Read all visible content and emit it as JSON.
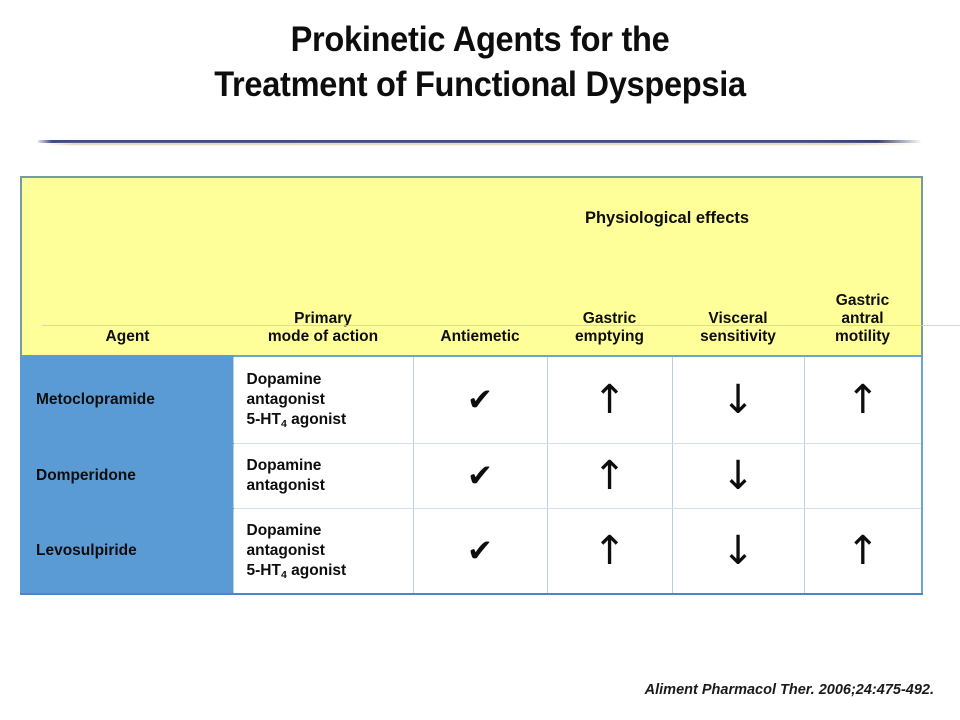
{
  "slide": {
    "title_lines": [
      "Prokinetic Agents for the",
      "Treatment of Functional Dyspepsia"
    ],
    "citation": "Aliment Pharmacol Ther. 2006;24:475-492."
  },
  "colors": {
    "header_yellow": "#FFFF99",
    "agent_blue": "#5B9BD5",
    "grid_blue": "#B7D0E6",
    "divider_navy": "#3E4D83",
    "divider_tan": "#E2C79E",
    "header_outline": "#7B9AA0",
    "text": "#0D0D0D"
  },
  "table": {
    "group_header": "Physiological effects",
    "columns": [
      {
        "key": "agent",
        "label": "Agent"
      },
      {
        "key": "moa",
        "label_lines": [
          "Primary",
          "mode of action"
        ]
      },
      {
        "key": "antiemetic",
        "label_lines": [
          "Antiemetic"
        ]
      },
      {
        "key": "gastric_emptying",
        "label_lines": [
          "Gastric",
          "emptying"
        ]
      },
      {
        "key": "visceral_sensitivity",
        "label_lines": [
          "Visceral",
          "sensitivity"
        ]
      },
      {
        "key": "gastric_antral_motility",
        "label_lines": [
          "Gastric",
          "antral",
          "motility"
        ]
      }
    ],
    "rows": [
      {
        "agent": "Metoclopramide",
        "moa_lines": [
          "Dopamine",
          "antagonist",
          "5-HT|4| agonist"
        ],
        "antiemetic": "✔",
        "gastric_emptying": "↑",
        "visceral_sensitivity": "↓",
        "gastric_antral_motility": "↑"
      },
      {
        "agent": "Domperidone",
        "moa_lines": [
          "Dopamine",
          "antagonist"
        ],
        "antiemetic": "✔",
        "gastric_emptying": "↑",
        "visceral_sensitivity": "↓",
        "gastric_antral_motility": ""
      },
      {
        "agent": "Levosulpiride",
        "moa_lines": [
          "Dopamine",
          "antagonist",
          "5-HT|4| agonist"
        ],
        "antiemetic": "✔",
        "gastric_emptying": "↑",
        "visceral_sensitivity": "↓",
        "gastric_antral_motility": "↑"
      }
    ]
  }
}
